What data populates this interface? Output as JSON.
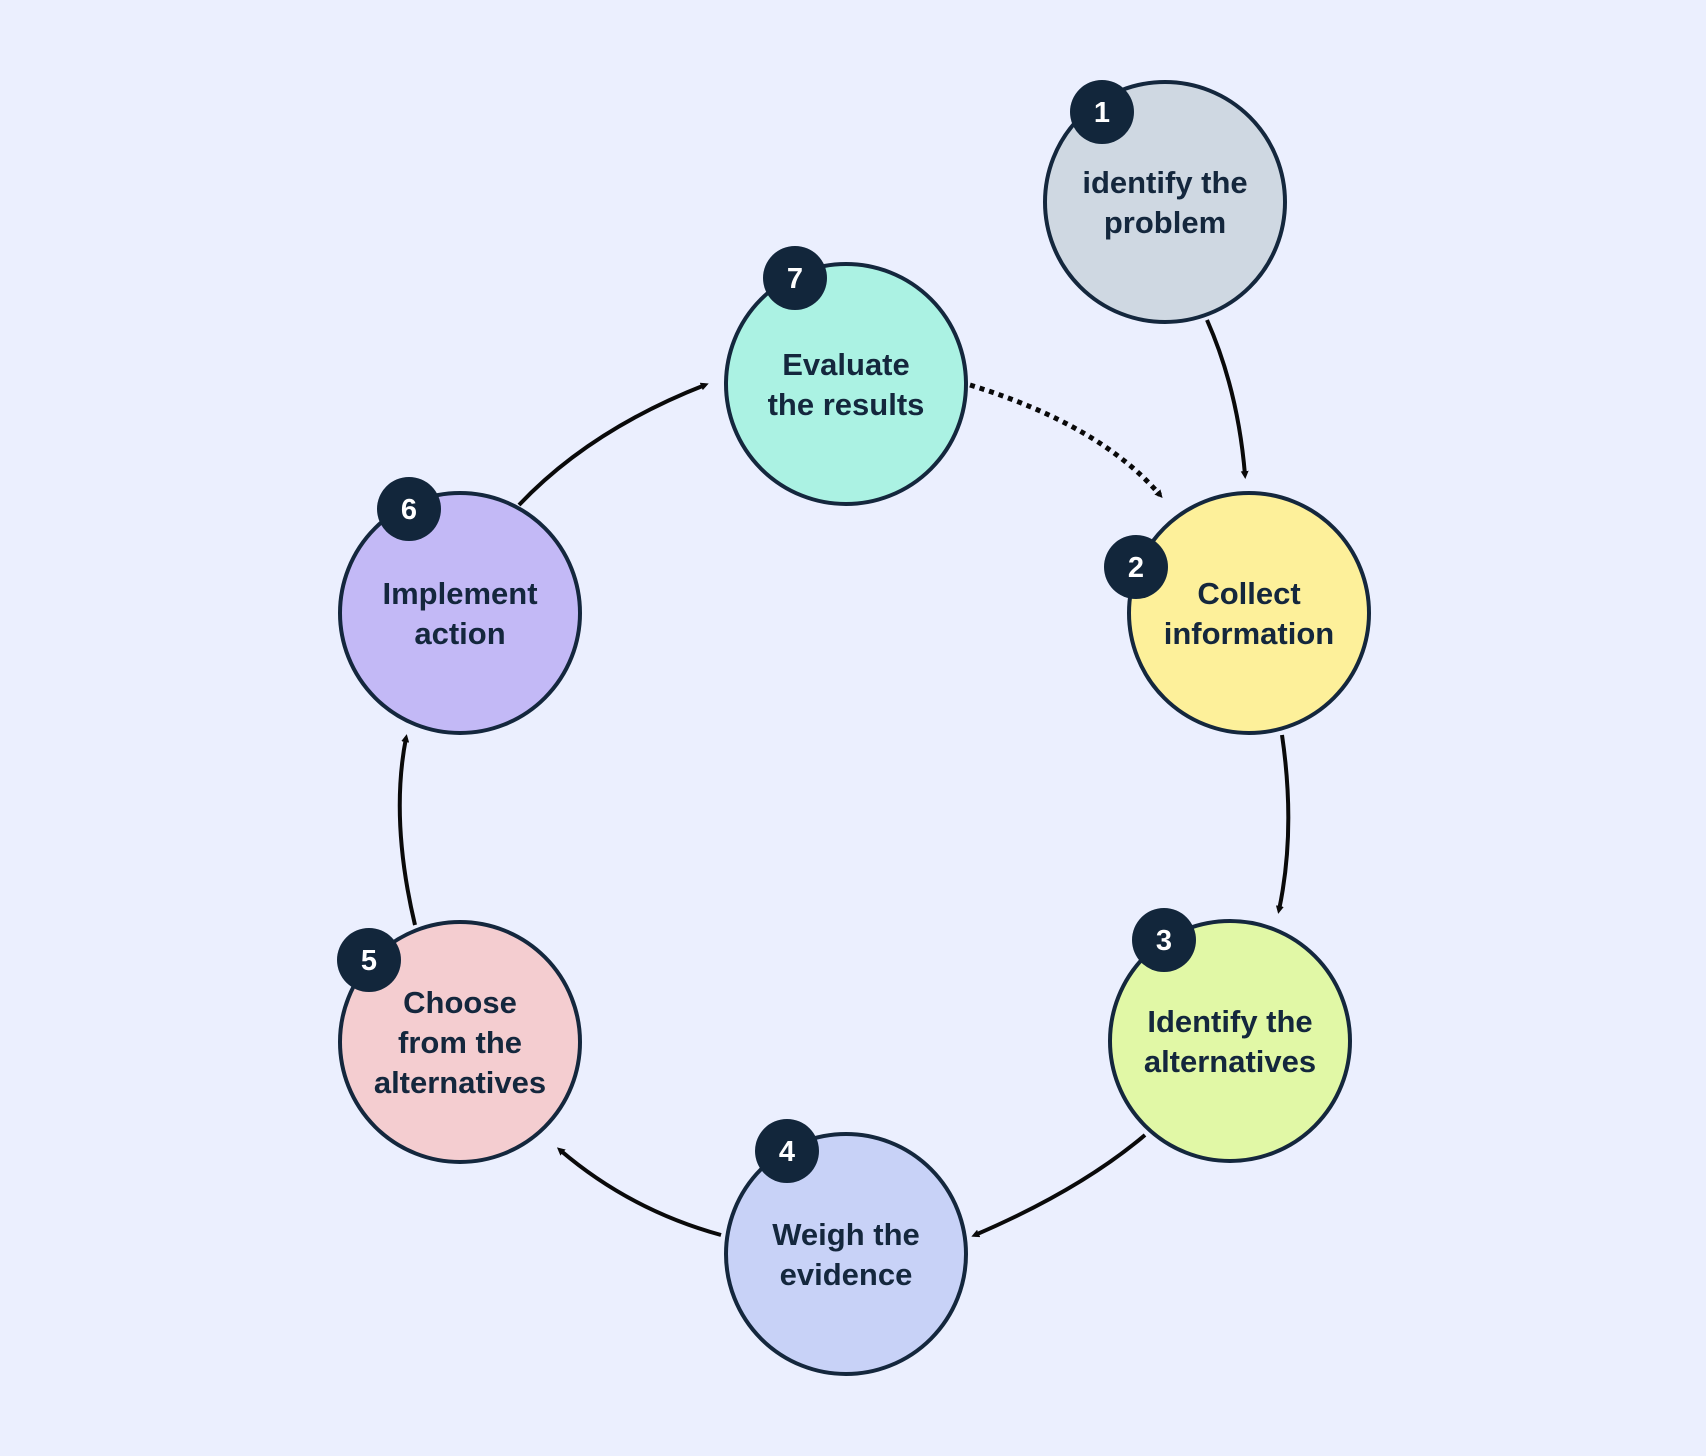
{
  "colors": {
    "background": "#ebeffe",
    "outline": "#14273d",
    "badge": "#12263b",
    "arrow": "#0a0a0a"
  },
  "steps": [
    {
      "number": "1",
      "label_lines": [
        "identify the",
        "problem"
      ],
      "fill": "#cfd8e2"
    },
    {
      "number": "2",
      "label_lines": [
        "Collect",
        "information"
      ],
      "fill": "#fdf09a"
    },
    {
      "number": "3",
      "label_lines": [
        "Identify the",
        "alternatives"
      ],
      "fill": "#e1f8a6"
    },
    {
      "number": "4",
      "label_lines": [
        "Weigh the",
        "evidence"
      ],
      "fill": "#c8d2f7"
    },
    {
      "number": "5",
      "label_lines": [
        "Choose",
        "from the",
        "alternatives"
      ],
      "fill": "#f4cdd0"
    },
    {
      "number": "6",
      "label_lines": [
        "Implement",
        "action"
      ],
      "fill": "#c3b9f6"
    },
    {
      "number": "7",
      "label_lines": [
        "Evaluate",
        "the results"
      ],
      "fill": "#abf2e3"
    }
  ],
  "connections": [
    {
      "from": "1",
      "to": "2",
      "style": "solid"
    },
    {
      "from": "2",
      "to": "3",
      "style": "solid"
    },
    {
      "from": "3",
      "to": "4",
      "style": "solid"
    },
    {
      "from": "4",
      "to": "5",
      "style": "solid"
    },
    {
      "from": "5",
      "to": "6",
      "style": "solid"
    },
    {
      "from": "6",
      "to": "7",
      "style": "solid"
    },
    {
      "from": "7",
      "to": "2",
      "style": "dotted"
    }
  ]
}
